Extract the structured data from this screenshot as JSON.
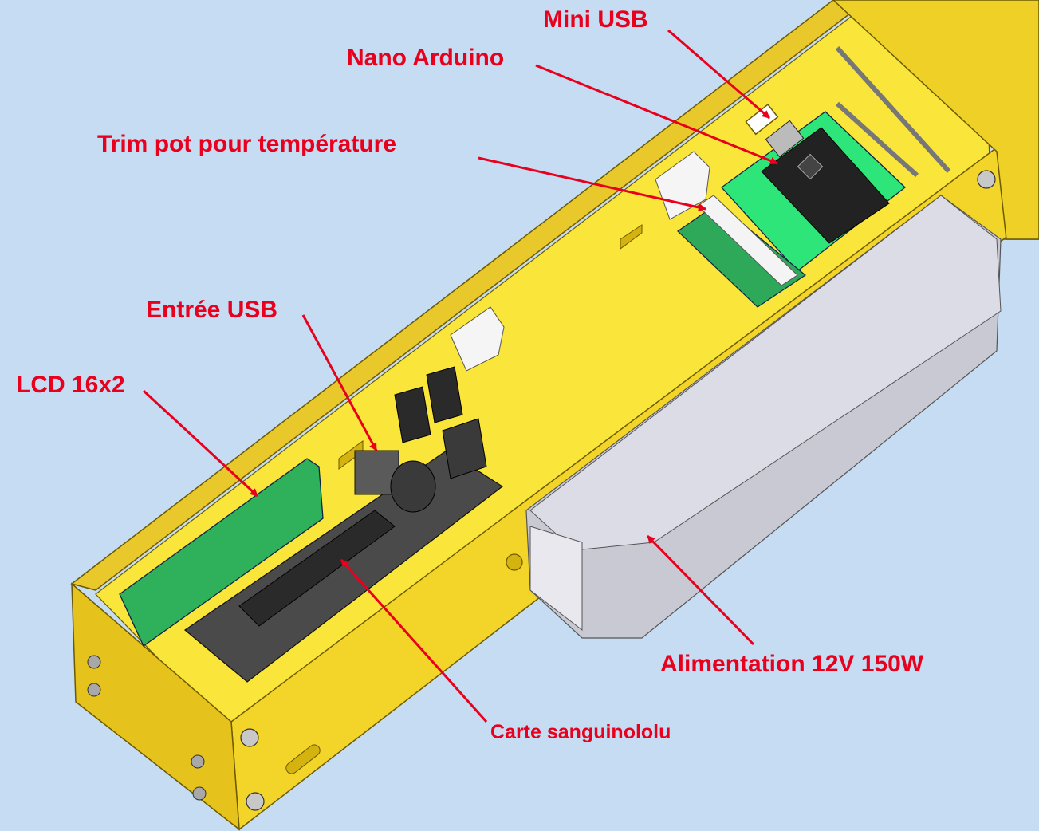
{
  "colors": {
    "background": "#c5dcf3",
    "label": "#e8001c",
    "enclosure": "#f0d21e",
    "enclosure_dark": "#b79b10",
    "floor": "#fae63a",
    "pcb_green": "#2ee57a",
    "psu_grey": "#c9c9d3"
  },
  "labels": {
    "mini_usb": "Mini USB",
    "nano_arduino": "Nano Arduino",
    "trim_pot": "Trim pot pour température",
    "entree_usb": "Entrée USB",
    "lcd": "LCD 16x2",
    "alimentation": "Alimentation 12V 150W",
    "carte": "Carte sanguinololu"
  }
}
